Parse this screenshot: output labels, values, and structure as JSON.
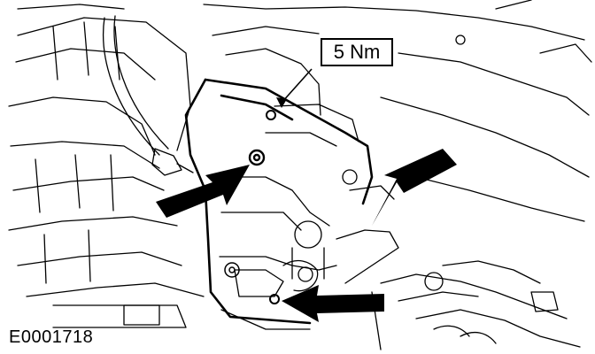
{
  "diagram": {
    "torque_label": "5 Nm",
    "reference_id": "E0001718",
    "colors": {
      "line": "#000000",
      "background": "#ffffff",
      "highlight": "#000000"
    },
    "callouts": [
      {
        "name": "arrow-upper-bolt",
        "icon": "arrow-icon"
      },
      {
        "name": "arrow-right-clip",
        "icon": "arrow-icon"
      },
      {
        "name": "arrow-lower-bolt",
        "icon": "arrow-icon"
      },
      {
        "name": "arrow-torque-leader",
        "icon": "leader-arrow-icon"
      }
    ]
  }
}
